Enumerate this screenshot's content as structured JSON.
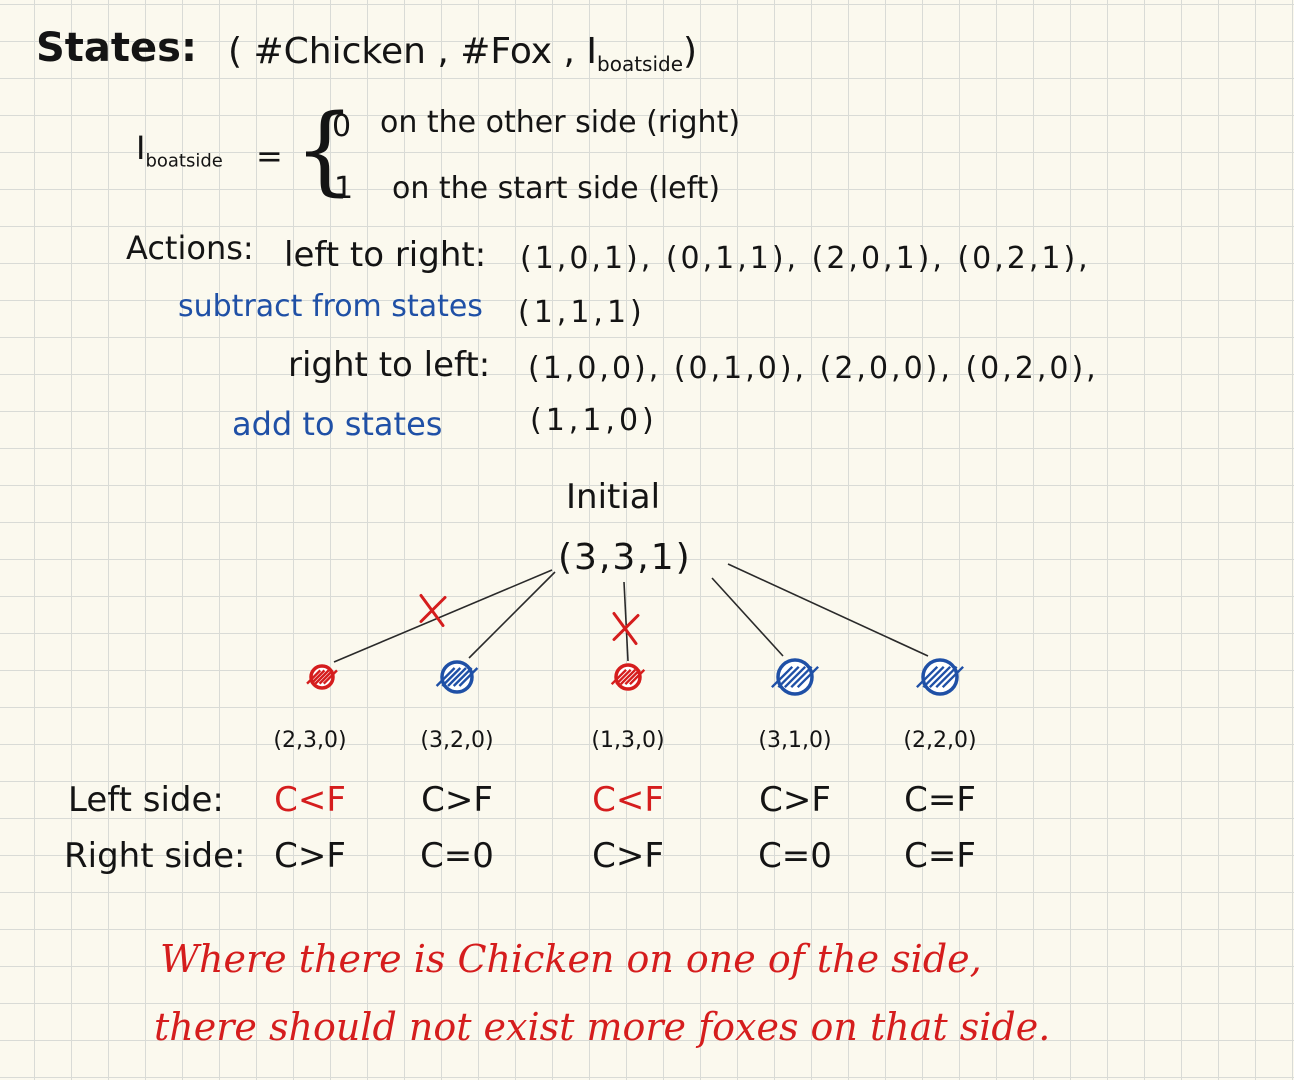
{
  "states": {
    "label": "States:",
    "tuple": "( #Chicken , #Fox , I",
    "tuple_sub": "boatside",
    "tuple_end": ")"
  },
  "indicator": {
    "name": "I",
    "name_sub": "boatside",
    "equals": "=",
    "case0_value": "0",
    "case0_text": "on the other side (right)",
    "case1_value": "1",
    "case1_text": "on the start side (left)"
  },
  "actions": {
    "label": "Actions:",
    "l2r_label": "left to right:",
    "l2r_values": "(1,0,1), (0,1,1), (2,0,1), (0,2,1),",
    "subtract_note": "subtract from states",
    "l2r_values2": "(1,1,1)",
    "r2l_label": "right to left:",
    "r2l_values": "(1,0,0), (0,1,0), (2,0,0), (0,2,0),",
    "add_note": "add to states",
    "r2l_values2": "(1,1,0)"
  },
  "tree": {
    "root_label": "Initial",
    "root_state": "(3,3,1)",
    "children": [
      {
        "state": "(2,3,0)",
        "valid": false,
        "color": "#d51d1d",
        "left": "C<F",
        "right": "C>F",
        "left_color": "#d51d1d"
      },
      {
        "state": "(3,2,0)",
        "valid": true,
        "color": "#1f50a6",
        "left": "C>F",
        "right": "C=0",
        "left_color": "#141414"
      },
      {
        "state": "(1,3,0)",
        "valid": false,
        "color": "#d51d1d",
        "left": "C<F",
        "right": "C>F",
        "left_color": "#d51d1d"
      },
      {
        "state": "(3,1,0)",
        "valid": true,
        "color": "#1f50a6",
        "left": "C>F",
        "right": "C=0",
        "left_color": "#141414"
      },
      {
        "state": "(2,2,0)",
        "valid": true,
        "color": "#1f50a6",
        "left": "C=F",
        "right": "C=F",
        "left_color": "#141414"
      }
    ]
  },
  "rows": {
    "left_label": "Left side:",
    "right_label": "Right side:"
  },
  "conclusion": {
    "line1": "Where there is Chicken on one of the side,",
    "line2": "there should not exist more foxes on that side."
  },
  "colors": {
    "ink": "#141414",
    "blue": "#1f50a6",
    "red": "#d51d1d"
  }
}
